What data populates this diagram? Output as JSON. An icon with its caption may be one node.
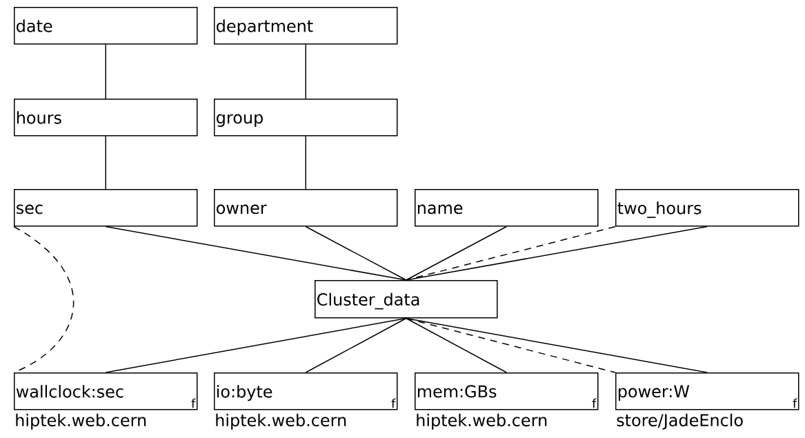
{
  "diagram": {
    "nodes": [
      {
        "text": [
          "date"
        ]
      },
      {
        "text": [
          "department"
        ]
      },
      {
        "text": [
          "hours"
        ]
      },
      {
        "text": [
          "group"
        ]
      },
      {
        "text": [
          "sec"
        ]
      },
      {
        "text": [
          "owner"
        ]
      },
      {
        "text": [
          "name"
        ]
      },
      {
        "text": [
          "two_hours"
        ]
      },
      {
        "text": [
          "Cluster_data"
        ]
      },
      {
        "text": [
          "wallclock:sec",
          "f"
        ],
        "beside": [
          "hiptek.web.cern"
        ]
      },
      {
        "text": [
          "io:byte",
          "f"
        ],
        "beside": [
          "hiptek.web.cern"
        ]
      },
      {
        "text": [
          "mem:GBs",
          "f"
        ],
        "beside": [
          "hiptek.web.cern"
        ]
      },
      {
        "text": [
          "power:W",
          "f"
        ],
        "beside": [
          "store/JadeEnclo"
        ]
      }
    ],
    "edges": [
      {
        "from": 0,
        "to": 2,
        "arrow": "none"
      },
      {
        "from": 1,
        "to": 3,
        "arrow": "none"
      },
      {
        "from": 2,
        "to": 4,
        "arrow": "none"
      },
      {
        "from": 3,
        "to": 5,
        "arrow": "none"
      },
      {
        "from": 4,
        "to": 8,
        "arrow": "none"
      },
      {
        "from": 5,
        "to": 8,
        "arrow": "none"
      },
      {
        "from": 6,
        "to": 8,
        "arrow": "none"
      },
      {
        "from": 7,
        "to": 8,
        "arrow": "none"
      },
      {
        "from": 7,
        "to": 8,
        "arrow": "none",
        "style": "dashed"
      },
      {
        "from": 8,
        "to": 9,
        "arrow": "none"
      },
      {
        "from": 8,
        "to": 10,
        "arrow": "none"
      },
      {
        "from": 8,
        "to": 11,
        "arrow": "none"
      },
      {
        "from": 8,
        "to": 12,
        "arrow": "none"
      },
      {
        "from": 8,
        "to": 12,
        "arrow": "none",
        "style": "dashed"
      },
      {
        "from": 4,
        "to": 9,
        "arrow": "none",
        "style": "dashed"
      }
    ]
  }
}
